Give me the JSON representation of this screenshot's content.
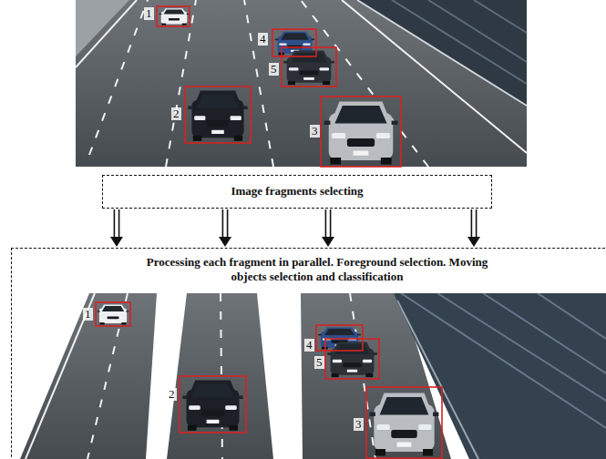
{
  "diagram": {
    "nodes": [
      {
        "text": [
          "Image fragments selecting"
        ]
      },
      {
        "text": [
          "Processing each fragment in parallel. Foreground selection. Moving objects selection and classification"
        ]
      }
    ],
    "edges": [
      {
        "from": 0,
        "to": 1,
        "arrow": "to"
      },
      {
        "from": 0,
        "to": 1,
        "arrow": "to"
      },
      {
        "from": 0,
        "to": 1,
        "arrow": "to"
      },
      {
        "from": 0,
        "to": 1,
        "arrow": "to"
      }
    ],
    "labels": [
      "1",
      "4",
      "5",
      "2",
      "3",
      "1",
      "4",
      "5",
      "2",
      "3"
    ]
  }
}
